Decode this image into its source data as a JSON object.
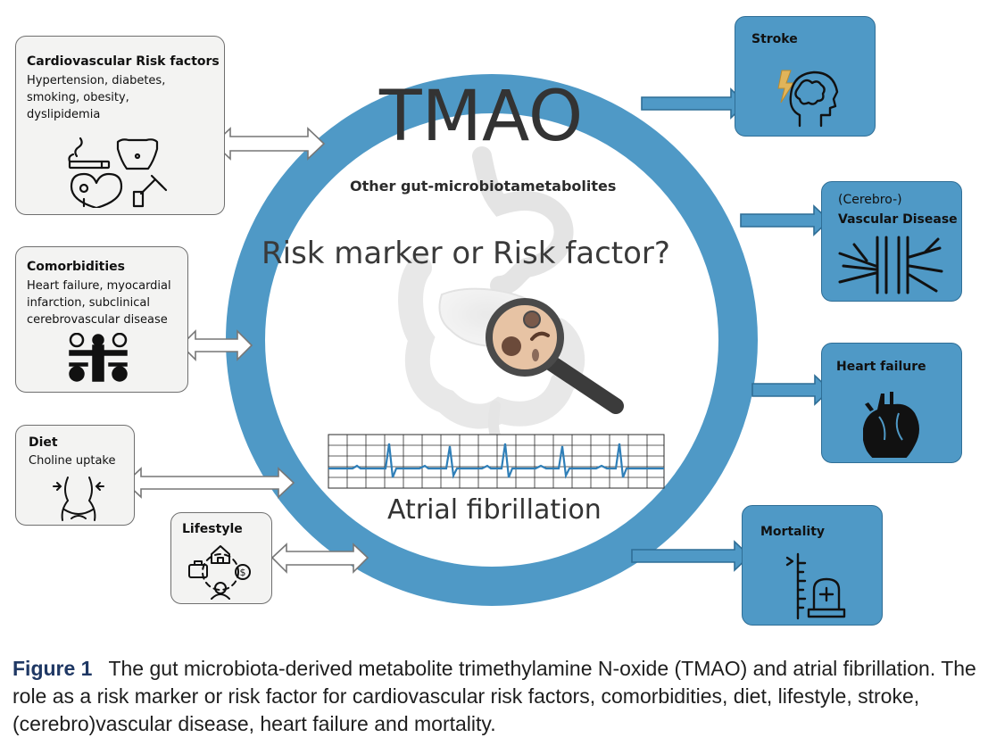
{
  "circle": {
    "title": "TMAO",
    "subtitle": "Other gut-microbiotametabolites",
    "question": "Risk marker or Risk factor?",
    "bottom_label": "Atrial fibrillation"
  },
  "left_boxes": [
    {
      "title": "Cardiovascular Risk factors",
      "text": "Hypertension, diabetes, smoking, obesity, dyslipidemia",
      "icon": "risk-factors-icon"
    },
    {
      "title": "Comorbidities",
      "text": "Heart failure, myocardial infarction, subclinical cerebrovascular disease",
      "icon": "comorbidities-icon"
    },
    {
      "title": "Diet",
      "text": "Choline uptake",
      "icon": "waist-icon"
    },
    {
      "title": "Lifestyle",
      "text": "",
      "icon": "lifestyle-icon"
    }
  ],
  "right_boxes": [
    {
      "title": "Stroke",
      "prefix": "",
      "icon": "brain-lightning-icon"
    },
    {
      "title": "Vascular Disease",
      "prefix": "(Cerebro-)",
      "icon": "vessels-icon"
    },
    {
      "title": "Heart failure",
      "prefix": "",
      "icon": "heart-icon"
    },
    {
      "title": "Mortality",
      "prefix": "",
      "icon": "grave-icon"
    }
  ],
  "caption": {
    "label": "Figure 1",
    "text": "The gut microbiota-derived metabolite trimethylamine N-oxide (TMAO) and atrial fibrillation. The role as a risk marker or risk factor for cardiovascular risk factors, comorbidities, diet, lifestyle, stroke, (cerebro)vascular disease, heart failure and mortality."
  },
  "colors": {
    "ring": "#4f99c6",
    "right_box": "#4f99c6",
    "left_box": "#f3f3f2",
    "ecg_trace": "#2f7fb8",
    "caption_label": "#1f3864"
  }
}
